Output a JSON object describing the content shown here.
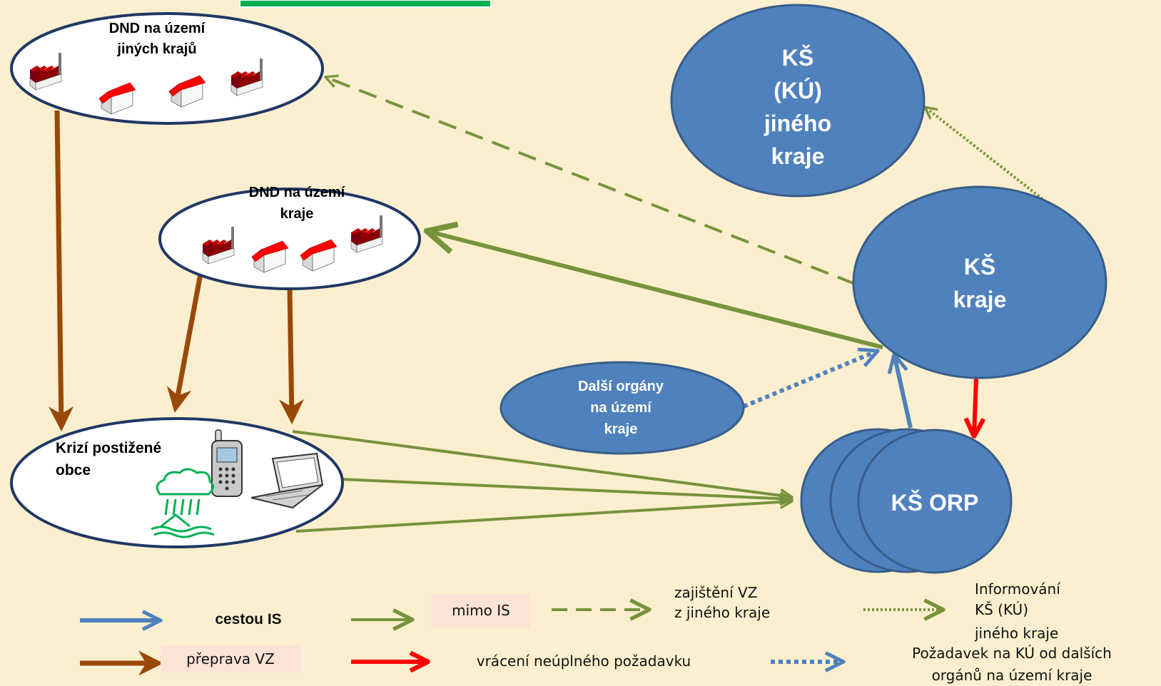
{
  "nodes": {
    "dnd_other": {
      "line1": "DND na území",
      "line2": "jiných krajů"
    },
    "dnd_region": {
      "line1": "DND na území",
      "line2": "kraje"
    },
    "affected": {
      "line1": "Krizí postižené",
      "line2": "obce"
    },
    "other_organs": {
      "line1": "Další orgány",
      "line2": "na území",
      "line3": "kraje"
    },
    "ks_other": {
      "line1": "KŠ",
      "line2": "(KÚ)",
      "line3": "jiného",
      "line4": "kraje"
    },
    "ks_region": {
      "line1": "KŠ",
      "line2": "kraje"
    },
    "ks_orp": {
      "label": "KŠ ORP"
    }
  },
  "legend": {
    "is_path": "cestou IS",
    "outside_is": "mimo IS",
    "transport": "přeprava VZ",
    "return_incomplete": "vrácení neúplného požadavku",
    "secure_line1": "zajištění  VZ",
    "secure_line2": "z jiného kraje",
    "inform_line1": "Informování",
    "inform_line2": "KŠ (KÚ)",
    "inform_line3": "jiného kraje",
    "request_line1": "Požadavek  na KÚ od  dalších",
    "request_line2": "orgánů na území kraje"
  },
  "colors": {
    "background": "#fcefcf",
    "node_fill_blue": "#4f81bd",
    "node_stroke_blue": "#385d8a",
    "ellipse_white_fill": "#ffffff",
    "ellipse_white_stroke": "#1f3864",
    "arrow_is_blue": "#4f81bd",
    "arrow_green": "#77933c",
    "arrow_brown": "#984807",
    "arrow_red": "#ff0000",
    "title_bar": "#00b050",
    "roof_red": "#ff0000",
    "factory_red": "#a50021",
    "phone_green": "#00b050"
  },
  "icons": [
    "factory-icon",
    "house-icon",
    "mobile-phone-icon",
    "laptop-icon",
    "flood-house-icon"
  ]
}
